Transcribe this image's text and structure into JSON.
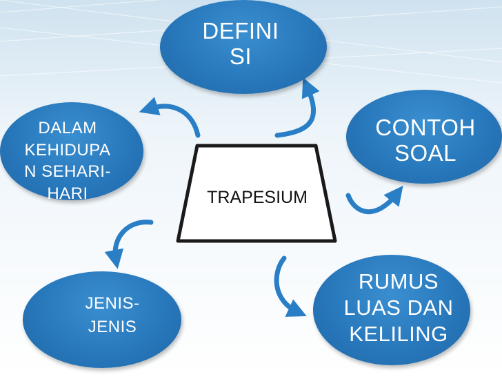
{
  "diagram": {
    "center": {
      "label": "TRAPESIUM"
    },
    "nodes": {
      "definisi": "DEFINI\nSI",
      "contoh_soal": "CONTOH\nSOAL",
      "dalam_kehidupan": "DALAM\nKEHIDUPA\nN SEHARI-\nHARI",
      "jenis_jenis": "JENIS-\nJENIS",
      "rumus": "RUMUS\nLUAS DAN\nKELILING"
    },
    "colors": {
      "node_fill": "#2878bc",
      "arrow": "#2a7ec5",
      "background_top": "#dbeaf4"
    }
  }
}
